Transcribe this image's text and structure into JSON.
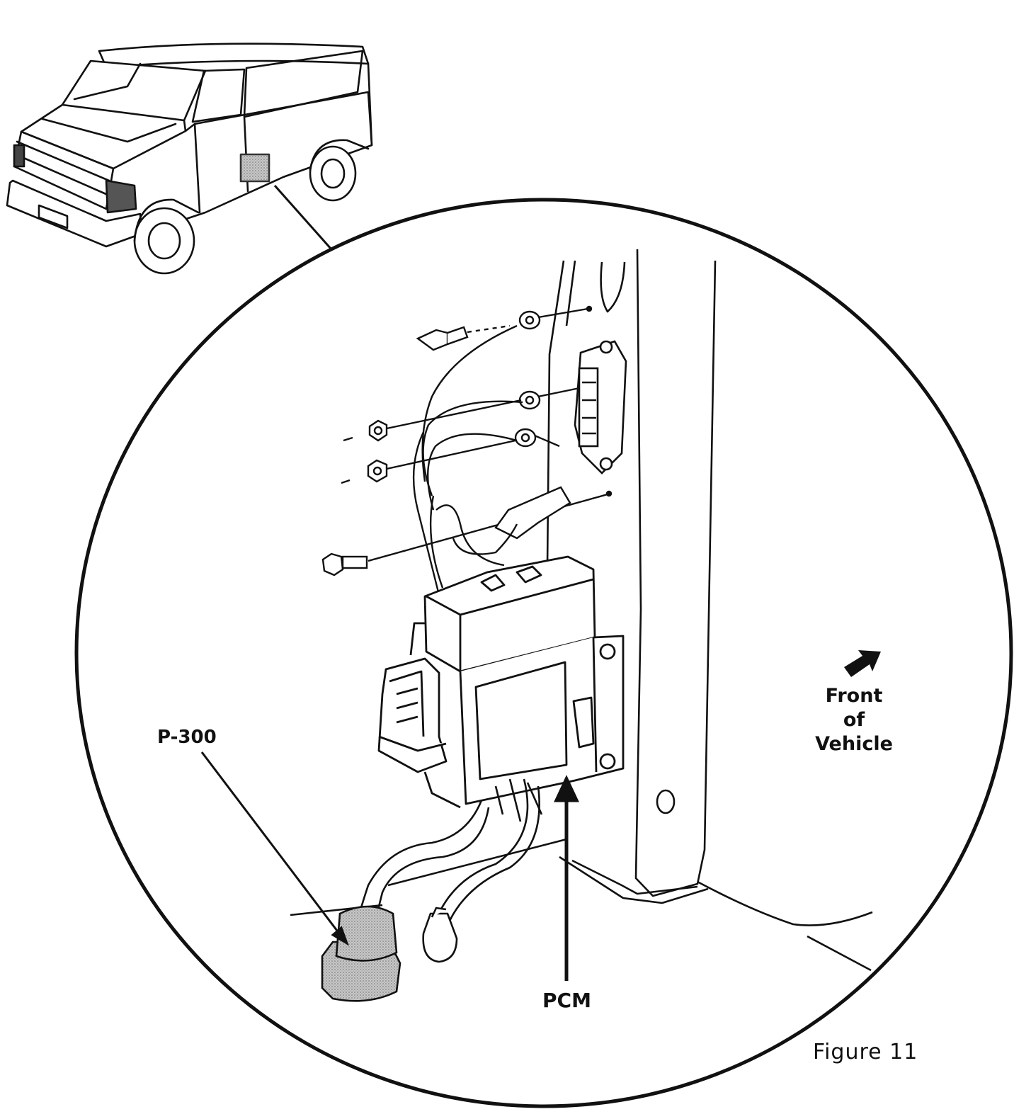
{
  "diagram": {
    "callouts": {
      "p300": "P-300",
      "pcm": "PCM",
      "front_line1": "Front of",
      "front_line2": "Vehicle"
    },
    "caption": "Figure 11"
  }
}
